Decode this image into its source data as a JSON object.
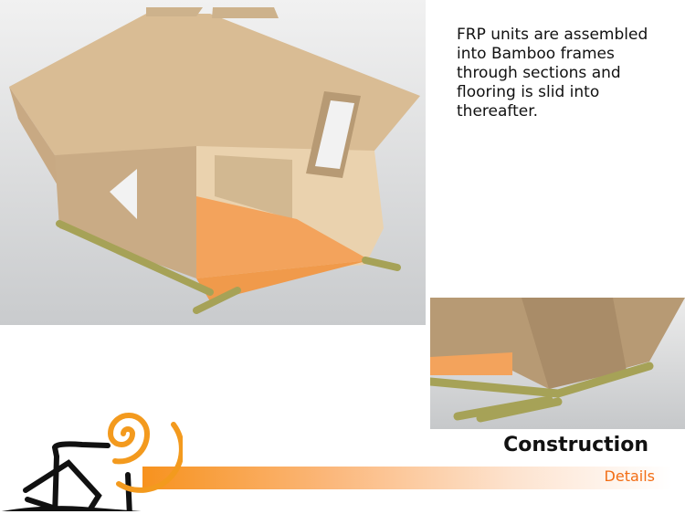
{
  "slide": {
    "description": "FRP units are assembled into Bamboo frames through sections and flooring is slid into thereafter.",
    "title": "Construction",
    "subtitle": "Details"
  },
  "colors": {
    "accent": "#f7921e",
    "subtitle": "#f26d14"
  }
}
